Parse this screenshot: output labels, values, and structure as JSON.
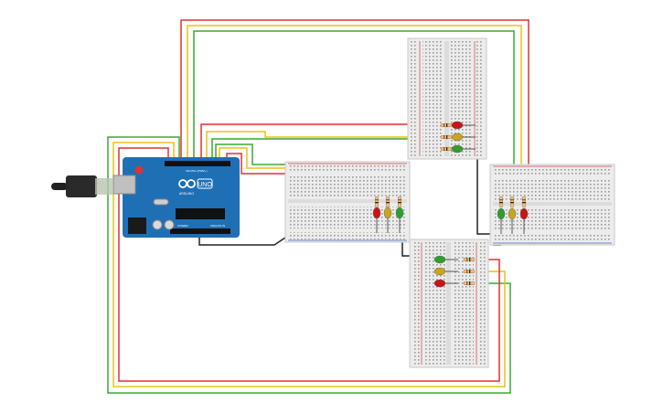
{
  "arduino": {
    "brand_text": "ARDUINO",
    "model_text": "UNO",
    "power_label": "POWER",
    "analog_label": "ANALOG IN",
    "digital_label": "DIGITAL (PWM~)"
  },
  "colors": {
    "red_wire": "#e0302f",
    "yellow_wire": "#e8c21a",
    "green_wire": "#3aa832",
    "black_wire": "#222222",
    "board": "#1f6fb5",
    "breadboard": "#ececec",
    "led_red": "#c81414",
    "led_yellow": "#c9a420",
    "led_green": "#2f9e2f",
    "usb_plug": "#2a2a2a"
  },
  "icons": {
    "usb": "usb-cable-icon",
    "infinity_logo": "arduino-infinity-icon"
  }
}
